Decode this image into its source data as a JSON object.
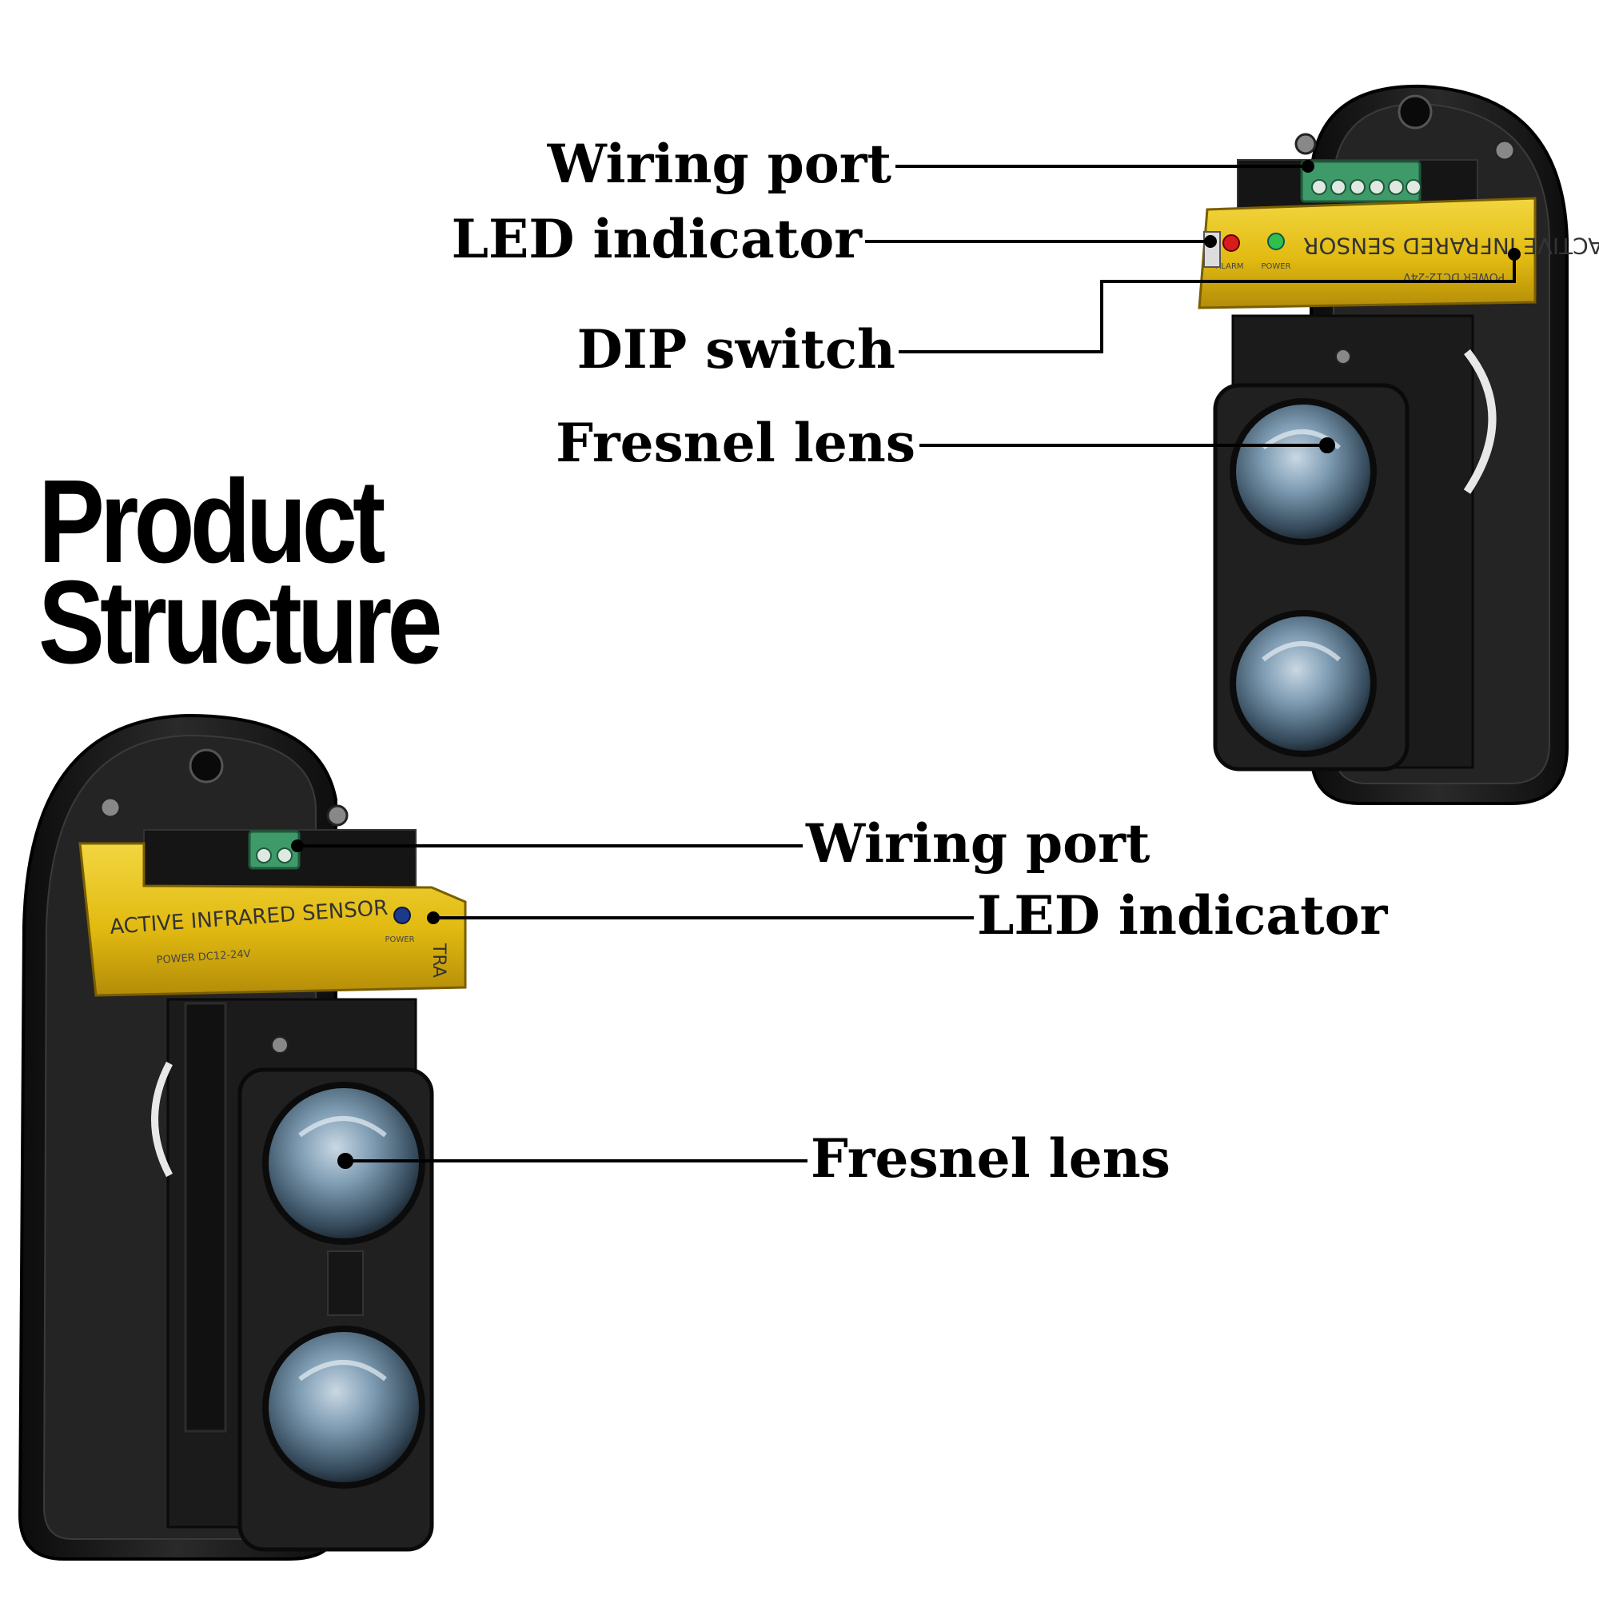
{
  "title": {
    "line1": "Product",
    "line2": "Structure"
  },
  "receiver": {
    "labels": {
      "wiring_port": "Wiring port",
      "led_indicator": "LED indicator",
      "dip_switch": "DIP switch",
      "fresnel_lens": "Fresnel lens"
    },
    "panel_text": "ACTIVE INFRARED SENSOR",
    "power_text": "POWER DC12-24V",
    "led_labels": [
      "ALARM",
      "POWER"
    ]
  },
  "transmitter": {
    "labels": {
      "wiring_port": "Wiring port",
      "led_indicator": "LED indicator",
      "fresnel_lens": "Fresnel lens"
    },
    "panel_text": "ACTIVE INFRARED SENSOR",
    "power_text": "POWER DC12-24V",
    "led_label": "POWER",
    "side_text": "TRA"
  },
  "colors": {
    "housing": "#1a1a1a",
    "panel_yellow": "#e6c21a",
    "terminal_green": "#3f9a6a",
    "lens_blue": "#6f8fa6",
    "led_red": "#d81c1c",
    "led_green": "#2fbf4a",
    "leader_line": "#000000"
  }
}
